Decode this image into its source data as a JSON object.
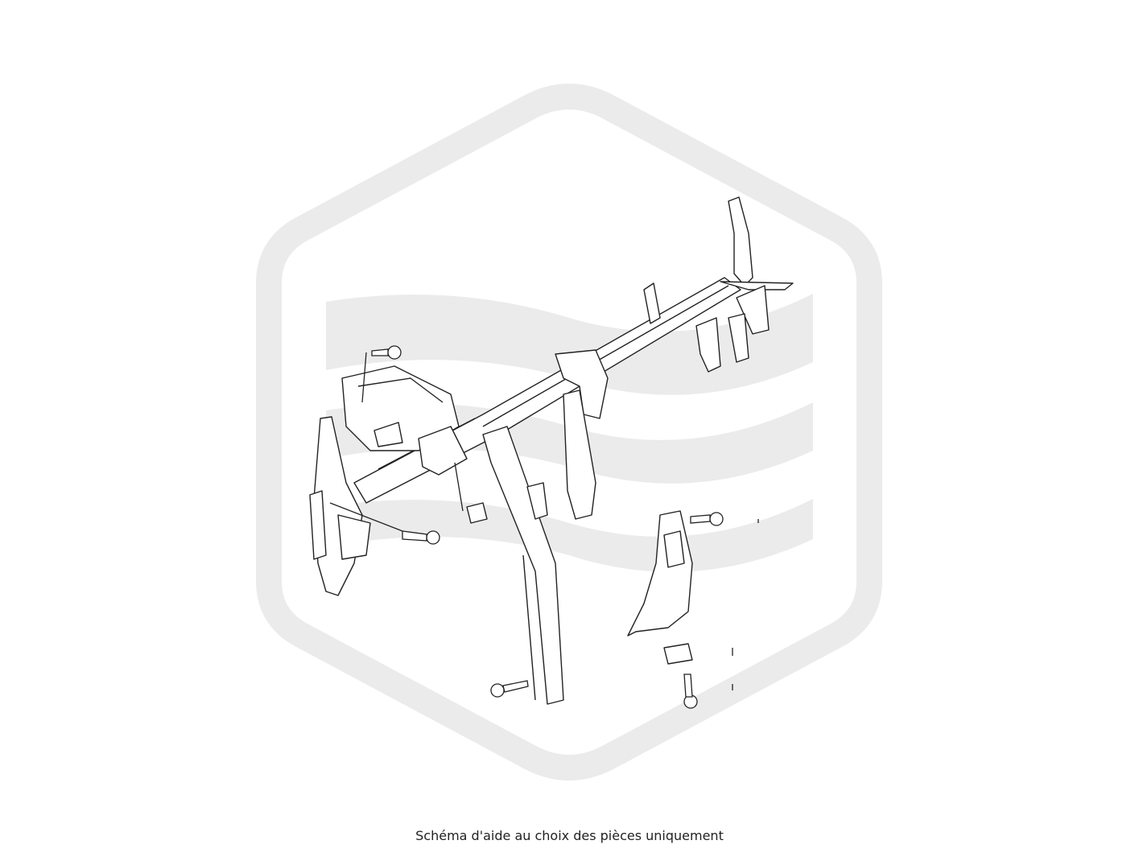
{
  "caption": "Schéma d'aide au choix des pièces uniquement",
  "colors": {
    "background": "#ffffff",
    "watermark": "#ebebeb",
    "line_art": "#222222"
  },
  "watermark": {
    "shape": "rounded hexagon with three horizontal waves",
    "icon": "brand-logo-watermark-icon"
  },
  "diagram": {
    "subject": "dashboard cross-car beam with brackets, bolts and clips",
    "icon": "cross-car-beam-icon"
  }
}
